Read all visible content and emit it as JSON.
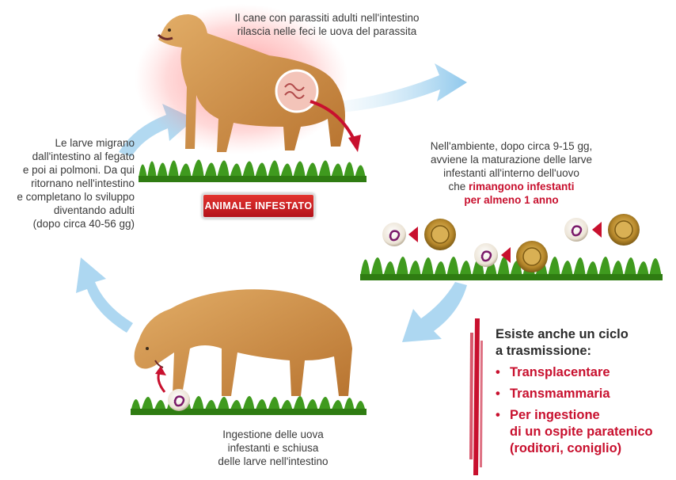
{
  "steps": {
    "top": {
      "line1": "Il cane con parassiti adulti nell'intestino",
      "line2": "rilascia nelle feci le uova del parassita"
    },
    "right": {
      "line1": "Nell'ambiente, dopo circa 9-15 gg,",
      "line2": "avviene la maturazione delle larve",
      "line3": "infestanti all'interno dell'uovo",
      "line4_prefix": "che ",
      "line4_highlight": "rimangono infestanti",
      "line5_highlight": "per almeno 1 anno"
    },
    "bottom": {
      "line1": "Ingestione delle uova",
      "line2": "infestanti e schiusa",
      "line3": "delle larve nell'intestino"
    },
    "left": {
      "line1": "Le larve migrano",
      "line2": "dall'intestino al fegato",
      "line3": "e poi ai polmoni. Da qui",
      "line4": "ritornano nell'intestino",
      "line5": "e completano lo sviluppo",
      "line6": "diventando adulti",
      "line7": "(dopo circa 40-56 gg)"
    }
  },
  "badge": "ANIMALE INFESTATO",
  "side_box": {
    "title_line1": "Esiste anche un ciclo",
    "title_line2": "a trasmissione:",
    "bullet": "•",
    "items": [
      "Transplacentare",
      "Transmammaria",
      "Per ingestione"
    ],
    "item3_line2": "di un ospite paratenico",
    "item3_line3": "(roditori, coniglio)"
  },
  "colors": {
    "cycle_arrow": "#9fd0ee",
    "accent_red": "#c8102e",
    "grass": "#3f9a1e",
    "dog_fur": "#c98a42"
  }
}
